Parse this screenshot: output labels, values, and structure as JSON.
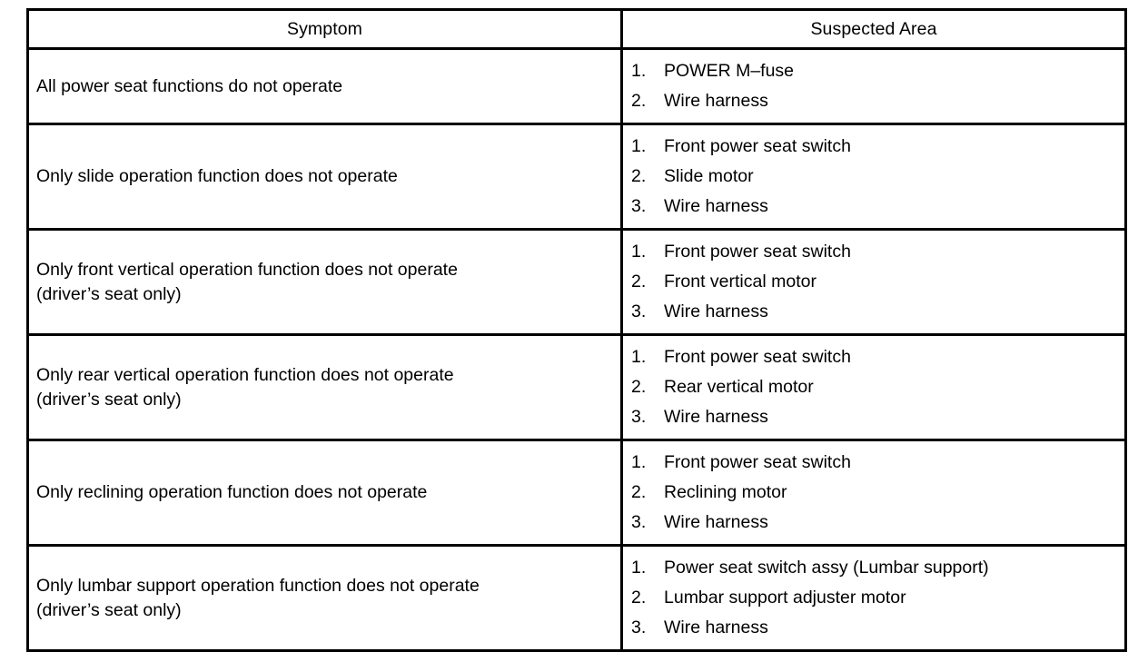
{
  "table": {
    "headers": {
      "symptom": "Symptom",
      "suspected_area": "Suspected Area"
    },
    "rows": [
      {
        "symptom_lines": [
          "All power seat functions do not operate"
        ],
        "suspected": [
          {
            "num": "1.",
            "text": "POWER M–fuse"
          },
          {
            "num": "2.",
            "text": "Wire harness"
          }
        ]
      },
      {
        "symptom_lines": [
          "Only slide operation function does not operate"
        ],
        "suspected": [
          {
            "num": "1.",
            "text": "Front power seat switch"
          },
          {
            "num": "2.",
            "text": "Slide motor"
          },
          {
            "num": "3.",
            "text": "Wire harness"
          }
        ]
      },
      {
        "symptom_lines": [
          "Only front vertical operation function does not operate",
          "(driver’s seat only)"
        ],
        "suspected": [
          {
            "num": "1.",
            "text": "Front power seat switch"
          },
          {
            "num": "2.",
            "text": "Front vertical motor"
          },
          {
            "num": "3.",
            "text": "Wire harness"
          }
        ]
      },
      {
        "symptom_lines": [
          "Only rear vertical operation function does not operate",
          "(driver’s seat only)"
        ],
        "suspected": [
          {
            "num": "1.",
            "text": "Front power seat switch"
          },
          {
            "num": "2.",
            "text": "Rear vertical motor"
          },
          {
            "num": "3.",
            "text": "Wire harness"
          }
        ]
      },
      {
        "symptom_lines": [
          "Only reclining operation function does not operate"
        ],
        "suspected": [
          {
            "num": "1.",
            "text": "Front power seat switch"
          },
          {
            "num": "2.",
            "text": "Reclining motor"
          },
          {
            "num": "3.",
            "text": "Wire harness"
          }
        ]
      },
      {
        "symptom_lines": [
          "Only lumbar support operation function does not operate",
          "(driver’s seat only)"
        ],
        "suspected": [
          {
            "num": "1.",
            "text": "Power seat switch assy (Lumbar support)"
          },
          {
            "num": "2.",
            "text": "Lumbar support adjuster motor"
          },
          {
            "num": "3.",
            "text": "Wire harness"
          }
        ]
      }
    ]
  },
  "colors": {
    "border": "#000000",
    "text": "#000000",
    "background": "#ffffff"
  }
}
